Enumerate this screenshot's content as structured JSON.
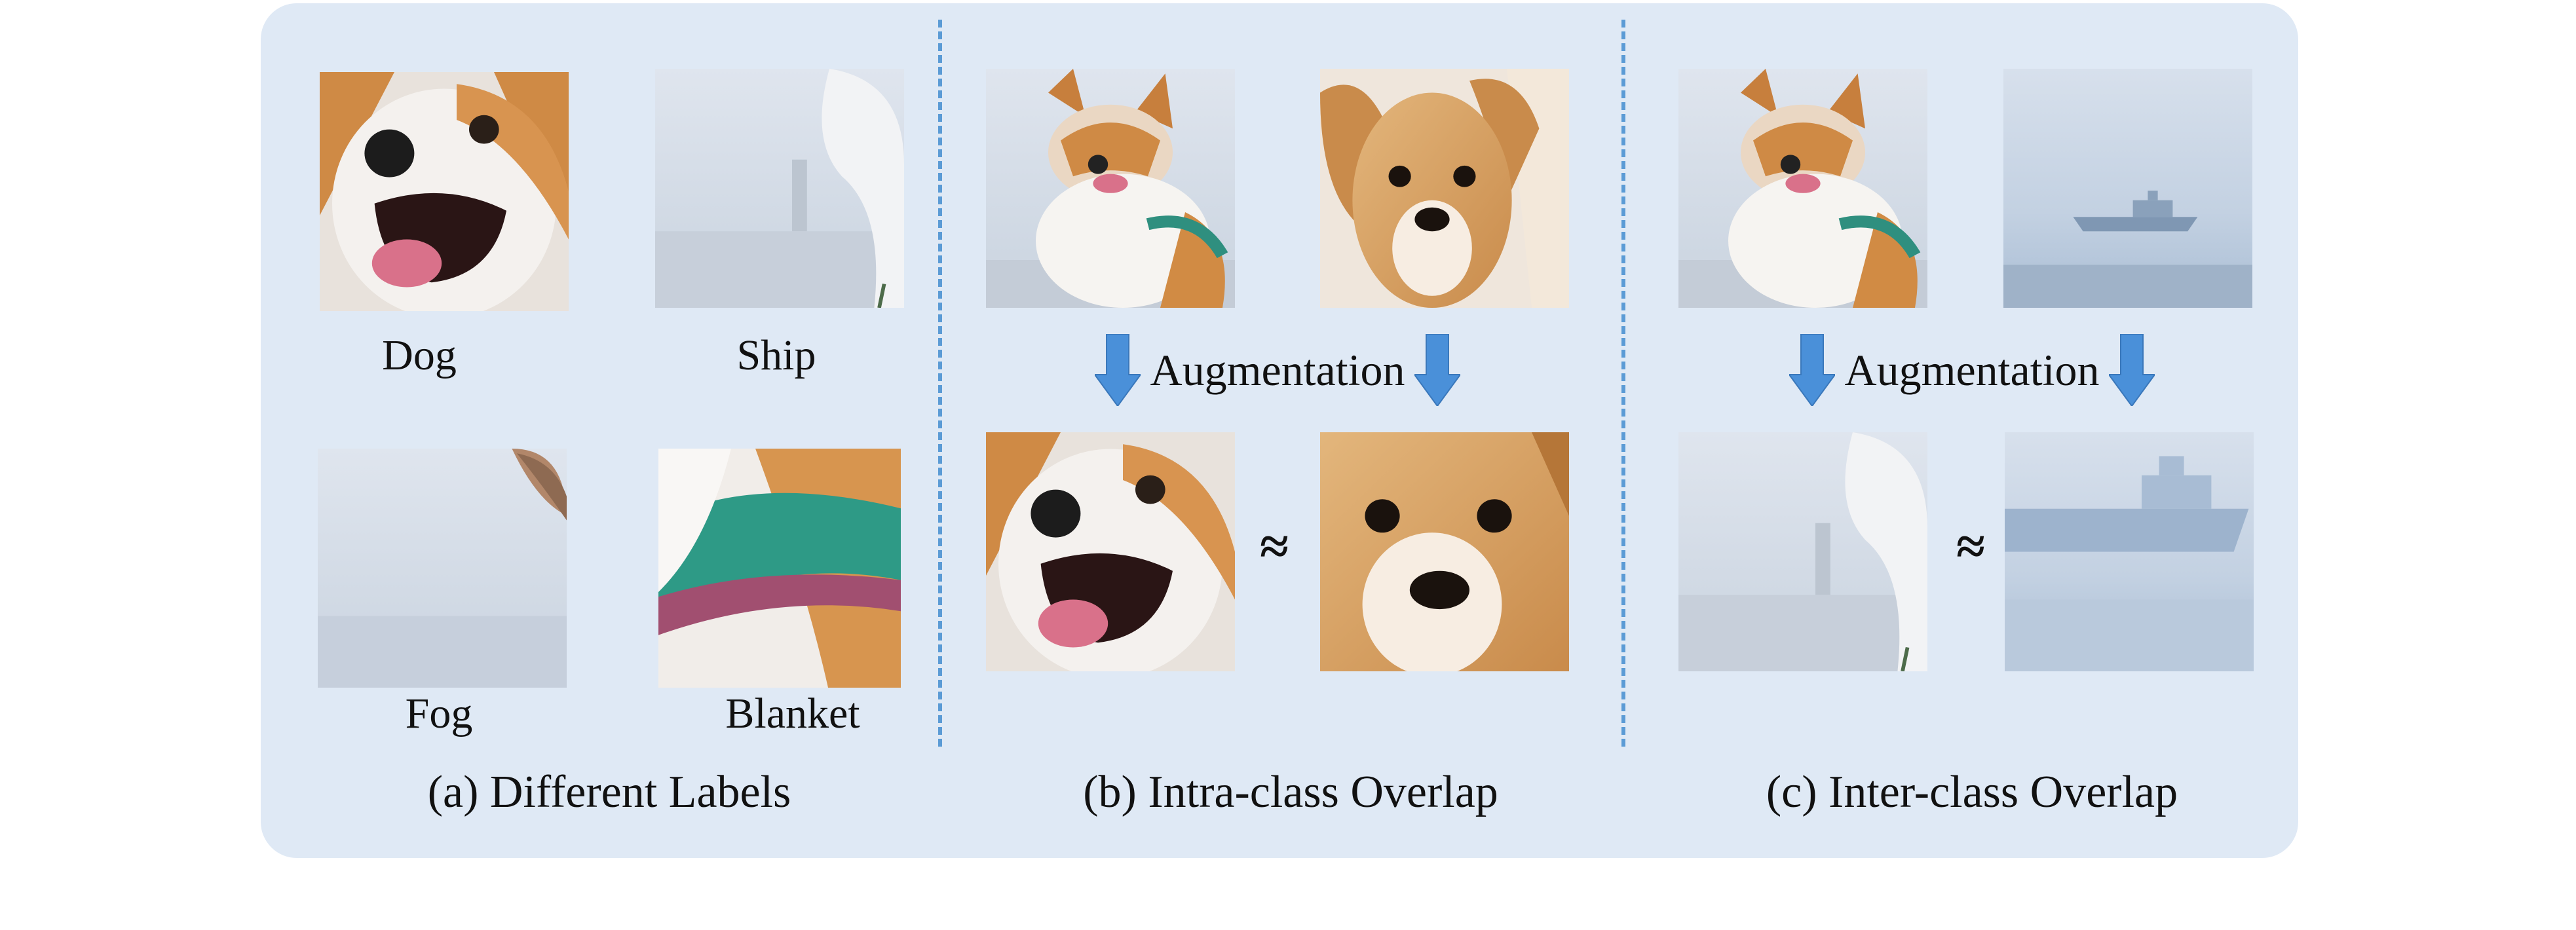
{
  "panel_a": {
    "labels": [
      "Dog",
      "Ship",
      "Fog",
      "Blanket"
    ],
    "caption": "(a) Different Labels"
  },
  "panel_b": {
    "augmentation": "Augmentation",
    "approx": "≈",
    "caption": "(b) Intra-class Overlap"
  },
  "panel_c": {
    "augmentation": "Augmentation",
    "approx": "≈",
    "caption": "(c) Inter-class Overlap"
  },
  "colors": {
    "panel_background": "#dfe9f5",
    "divider": "#5b9bd5",
    "arrow": "#4a90d9"
  }
}
